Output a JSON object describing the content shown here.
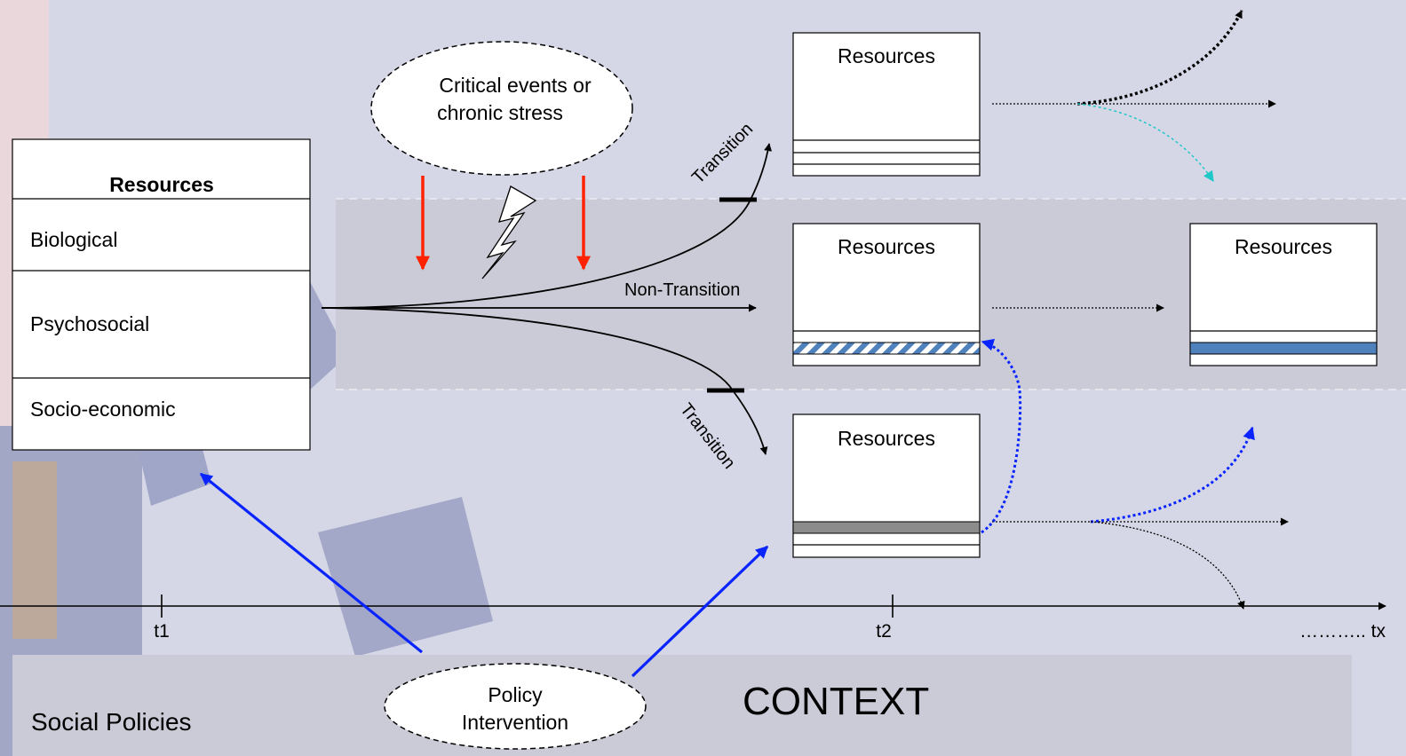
{
  "left_box": {
    "heading": "Resources",
    "rows": [
      "Biological",
      "Psychosocial",
      "Socio-economic"
    ]
  },
  "events_ellipse": {
    "line1": "Critical events or",
    "line2": "chronic stress"
  },
  "paths": {
    "upper": "Transition",
    "middle": "Non-Transition",
    "lower": "Transition"
  },
  "t2_boxes": {
    "top": "Resources",
    "middle": "Resources",
    "bottom": "Resources"
  },
  "tx_box": "Resources",
  "timeline": {
    "t1": "t1",
    "t2": "t2",
    "tx": "……….. tx"
  },
  "policy_ellipse": {
    "line1": "Policy",
    "line2": "Intervention"
  },
  "context_label": "CONTEXT",
  "social_policies_label": "Social Policies",
  "colors": {
    "stress_arrow": "#ff2200",
    "policy_arrow": "#0a24ff",
    "cyan_arrow": "#1fc7c7",
    "hatch_blue": "#4f81bd",
    "bar_gray": "#8c8c8c",
    "band": "#cbcbd7"
  }
}
